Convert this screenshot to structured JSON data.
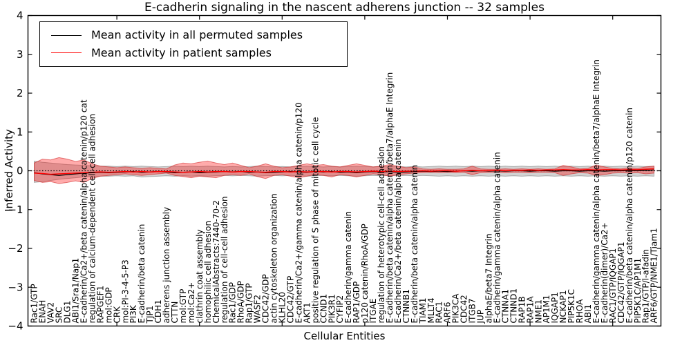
{
  "figure": {
    "title": "E-cadherin signaling in the nascent adherens junction -- 32 samples",
    "xlabel": "Cellular Entities",
    "ylabel": "Inferred Activity"
  },
  "legend": {
    "entries": [
      {
        "label": "Mean activity in all permuted samples",
        "color": "#000000"
      },
      {
        "label": "Mean activity in patient samples",
        "color": "#ff0000"
      }
    ],
    "position": "upper-left"
  },
  "chart_data": {
    "type": "line",
    "title": "E-cadherin signaling in the nascent adherens junction -- 32 samples",
    "xlabel": "Cellular Entities",
    "ylabel": "Inferred Activity",
    "ylim": [
      -4,
      4
    ],
    "yticks": [
      {
        "v": 4,
        "label": "4"
      },
      {
        "v": 3,
        "label": "3"
      },
      {
        "v": 2,
        "label": "2"
      },
      {
        "v": 1,
        "label": "1"
      },
      {
        "v": 0,
        "label": "0"
      },
      {
        "v": -1,
        "label": "−1"
      },
      {
        "v": -2,
        "label": "−2"
      },
      {
        "v": -3,
        "label": "−3"
      },
      {
        "v": -4,
        "label": "−4"
      }
    ],
    "x_major_tick_indices": [
      10,
      20,
      30,
      40,
      50,
      60,
      70
    ],
    "grid": false,
    "zero_line": {
      "style": "dotted",
      "color": "#000000",
      "y": 0
    },
    "categories": [
      "Rac1/GTP",
      "ENAH",
      "VAV2",
      "SRC",
      "DLG1",
      "ABI1/Sra1/Nap1",
      "E-cadherin/Ca2+/beta catenin/alpha catenin/p120 cat",
      "regulation of calcium-dependent cell-cell adhesion",
      "RAPGEF1",
      "mol:GDP",
      "CRK",
      "mol:PI-3-4-5-P3",
      "PI3K",
      "E-cadherin/beta catenin",
      "TJP1",
      "CDH1",
      "adherens junction assembly",
      "CTTN",
      "mol:GTP",
      "mol:Ca2+",
      "clathrin coat assembly",
      "homophilic cell adhesion",
      "ChemicalAbstracts:7440-70-2",
      "regulation of cell-cell adhesion",
      "Rac1/GDP",
      "RhoA/GDP",
      "Rap1/GTP",
      "WASF2",
      "CDC42/GDP",
      "actin cytoskeleton organization",
      "KLHL20",
      "CDC42/GTP",
      "E-cadherin/Ca2+/gamma catenin/alpha catenin/p120",
      "AKT1",
      "positive regulation of S phase of mitotic cell cycle",
      "CCND1",
      "PIK3R1",
      "CYFIP2",
      "E-cadherin/gamma catenin",
      "RAP1/GDP",
      "p120 catenin/RhoA/GDP",
      "ITGAE",
      "regulation of heterotypic cell-cell adhesion",
      "E-cadherin/beta catenin/alpha catenin/beta7/alphaE Integrin",
      "E-cadherin/Ca2+/beta catenin/alpha catenin",
      "CTNNB1",
      "E-cadherin/beta catenin/alpha catenin",
      "TIAM1",
      "MLLT4",
      "RAC1",
      "ARF6",
      "PIK3CA",
      "CDC42",
      "ITGB7",
      "JUP",
      "alphaE/beta7 Integrin",
      "E-cadherin/gamma catenin/alpha catenin",
      "CTNNA1",
      "CTNND1",
      "RAP1B",
      "RAP1A",
      "NME1",
      "AP1M1",
      "IQGAP1",
      "NCKAP1",
      "PIP5K1C",
      "RHOA",
      "ABI1",
      "E-cadherin/gamma catenin/alpha catenin/beta7/alphaE Integrin",
      "E-cadherin(dimer)/Ca2+",
      "RAC1/GTP/IQGAP1",
      "CDC42/GTP/IQGAP1",
      "E-cadherin/beta catenin/alpha catenin/p120 catenin",
      "PIP5K1C/AP1M1",
      "Rap1/GTP/l-afadin",
      "ARF6/GTP/NME1/Tiam1"
    ],
    "series": [
      {
        "name": "Mean activity in all permuted samples",
        "color": "#000000",
        "values": [
          -0.05,
          -0.08,
          -0.1,
          -0.12,
          -0.1,
          -0.08,
          -0.06,
          -0.05,
          -0.04,
          -0.05,
          -0.04,
          -0.03,
          -0.02,
          -0.04,
          -0.03,
          -0.02,
          -0.03,
          -0.05,
          -0.04,
          -0.03,
          -0.05,
          -0.04,
          -0.03,
          -0.02,
          -0.03,
          -0.02,
          -0.04,
          -0.03,
          -0.05,
          -0.04,
          -0.03,
          -0.02,
          -0.03,
          -0.04,
          -0.02,
          -0.03,
          -0.02,
          -0.04,
          -0.03,
          -0.05,
          -0.03,
          -0.02,
          -0.03,
          -0.02,
          -0.04,
          -0.03,
          -0.02,
          -0.01,
          -0.02,
          -0.01,
          -0.02,
          -0.01,
          0,
          -0.01,
          0,
          -0.01,
          0,
          -0.01,
          0,
          0,
          -0.01,
          0,
          0,
          -0.01,
          0,
          0,
          -0.01,
          0,
          0,
          -0.01,
          0,
          0,
          0.01,
          0,
          0.01,
          0.02
        ]
      },
      {
        "name": "Mean activity in patient samples",
        "color": "#ff0000",
        "values": [
          -0.06,
          -0.07,
          -0.09,
          -0.08,
          -0.07,
          -0.06,
          -0.05,
          -0.04,
          -0.03,
          -0.04,
          -0.03,
          -0.02,
          -0.03,
          -0.02,
          -0.03,
          -0.02,
          -0.02,
          -0.03,
          -0.04,
          -0.03,
          -0.02,
          -0.03,
          -0.02,
          -0.02,
          -0.03,
          -0.02,
          -0.02,
          -0.03,
          -0.04,
          -0.02,
          -0.02,
          -0.03,
          -0.02,
          -0.03,
          -0.02,
          -0.02,
          -0.03,
          -0.02,
          -0.02,
          -0.03,
          -0.02,
          -0.01,
          -0.02,
          -0.01,
          -0.02,
          -0.01,
          -0.01,
          0,
          -0.01,
          0,
          0,
          -0.01,
          0,
          0.01,
          0,
          0,
          0.01,
          0,
          0.01,
          0.01,
          0.02,
          0.01,
          0.02,
          0.02,
          0.03,
          0.02,
          0.02,
          0.03,
          0.02,
          0.03,
          0.03,
          0.02,
          0.03,
          0.03,
          0.04,
          0.05
        ]
      }
    ],
    "bands": [
      {
        "name": "permuted-samples-band",
        "fill": "rgba(128,128,128,0.35)",
        "stroke": "rgba(95,95,95,0.45)",
        "upper": [
          0.25,
          0.22,
          0.2,
          0.18,
          0.16,
          0.15,
          0.14,
          0.13,
          0.12,
          0.12,
          0.11,
          0.12,
          0.11,
          0.12,
          0.11,
          0.1,
          0.11,
          0.12,
          0.11,
          0.12,
          0.11,
          0.12,
          0.11,
          0.1,
          0.11,
          0.1,
          0.11,
          0.12,
          0.11,
          0.1,
          0.11,
          0.1,
          0.11,
          0.12,
          0.11,
          0.1,
          0.11,
          0.1,
          0.11,
          0.12,
          0.11,
          0.1,
          0.11,
          0.1,
          0.11,
          0.1,
          0.11,
          0.1,
          0.11,
          0.12,
          0.11,
          0.12,
          0.11,
          0.12,
          0.11,
          0.12,
          0.11,
          0.12,
          0.11,
          0.12,
          0.11,
          0.12,
          0.11,
          0.12,
          0.11,
          0.12,
          0.11,
          0.12,
          0.11,
          0.12,
          0.11,
          0.12,
          0.11,
          0.12,
          0.11,
          0.12
        ],
        "lower": [
          -0.3,
          -0.28,
          -0.25,
          -0.22,
          -0.2,
          -0.18,
          -0.16,
          -0.15,
          -0.14,
          -0.14,
          -0.13,
          -0.14,
          -0.13,
          -0.16,
          -0.15,
          -0.14,
          -0.13,
          -0.14,
          -0.13,
          -0.14,
          -0.13,
          -0.14,
          -0.13,
          -0.12,
          -0.13,
          -0.12,
          -0.13,
          -0.14,
          -0.13,
          -0.12,
          -0.13,
          -0.12,
          -0.13,
          -0.14,
          -0.13,
          -0.12,
          -0.13,
          -0.12,
          -0.13,
          -0.14,
          -0.13,
          -0.12,
          -0.13,
          -0.12,
          -0.13,
          -0.12,
          -0.13,
          -0.12,
          -0.13,
          -0.14,
          -0.13,
          -0.14,
          -0.13,
          -0.14,
          -0.13,
          -0.14,
          -0.13,
          -0.14,
          -0.13,
          -0.14,
          -0.13,
          -0.14,
          -0.13,
          -0.14,
          -0.13,
          -0.14,
          -0.13,
          -0.14,
          -0.13,
          -0.14,
          -0.13,
          -0.14,
          -0.13,
          -0.14,
          -0.13,
          -0.14
        ]
      },
      {
        "name": "patient-samples-band",
        "fill": "rgba(255,0,0,0.33)",
        "stroke": "rgba(205,30,30,0.55)",
        "upper": [
          0.2,
          0.3,
          0.28,
          0.34,
          0.3,
          0.24,
          0.28,
          0.18,
          0.12,
          0.1,
          0.08,
          0.1,
          0.08,
          0.06,
          0.08,
          0.06,
          0.05,
          0.15,
          0.2,
          0.18,
          0.22,
          0.25,
          0.2,
          0.16,
          0.2,
          0.14,
          0.08,
          0.12,
          0.18,
          0.12,
          0.08,
          0.1,
          0.14,
          0.18,
          0.14,
          0.16,
          0.12,
          0.1,
          0.14,
          0.18,
          0.14,
          0.1,
          0.12,
          0.16,
          0.12,
          0.08,
          0.1,
          0.05,
          0.04,
          0.05,
          0.04,
          0.04,
          0.05,
          0.12,
          0.05,
          0.04,
          0.04,
          0.05,
          0.04,
          0.05,
          0.04,
          0.05,
          0.04,
          0.05,
          0.14,
          0.1,
          0.05,
          0.06,
          0.15,
          0.1,
          0.06,
          0.05,
          0.08,
          0.06,
          0.1,
          0.12
        ],
        "lower": [
          -0.25,
          -0.3,
          -0.28,
          -0.33,
          -0.3,
          -0.26,
          -0.3,
          -0.2,
          -0.14,
          -0.12,
          -0.1,
          -0.08,
          -0.1,
          -0.12,
          -0.1,
          -0.08,
          -0.06,
          -0.12,
          -0.15,
          -0.18,
          -0.14,
          -0.16,
          -0.18,
          -0.12,
          -0.1,
          -0.12,
          -0.08,
          -0.15,
          -0.2,
          -0.12,
          -0.1,
          -0.14,
          -0.18,
          -0.14,
          -0.1,
          -0.12,
          -0.16,
          -0.1,
          -0.12,
          -0.16,
          -0.12,
          -0.08,
          -0.1,
          -0.14,
          -0.1,
          -0.08,
          -0.06,
          -0.05,
          -0.04,
          -0.05,
          -0.04,
          -0.05,
          -0.04,
          -0.1,
          -0.05,
          -0.04,
          -0.04,
          -0.05,
          -0.04,
          -0.04,
          -0.05,
          -0.04,
          -0.04,
          -0.05,
          -0.12,
          -0.08,
          -0.05,
          -0.06,
          -0.12,
          -0.1,
          -0.06,
          -0.05,
          -0.06,
          -0.05,
          -0.08,
          -0.06
        ]
      }
    ]
  }
}
